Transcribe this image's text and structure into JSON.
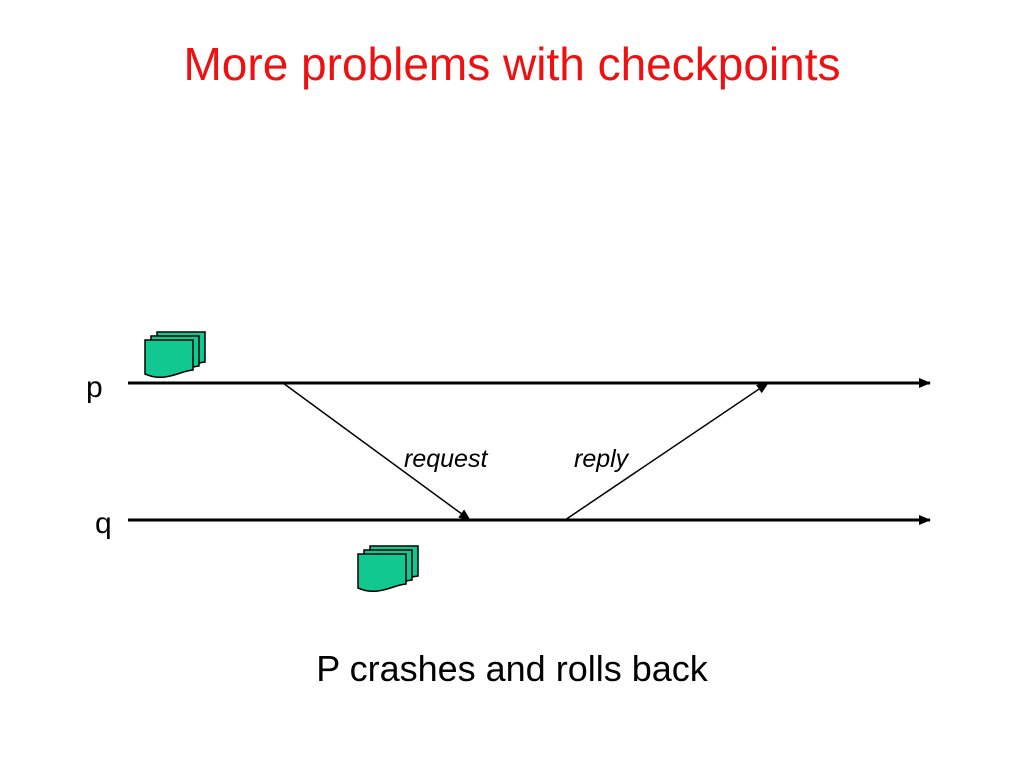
{
  "slide": {
    "title": "More problems with checkpoints",
    "caption": "P crashes and rolls back"
  },
  "diagram": {
    "processes": [
      {
        "id": "p",
        "label": "p"
      },
      {
        "id": "q",
        "label": "q"
      }
    ],
    "messages": [
      {
        "id": "request",
        "label": "request",
        "from": "p",
        "to": "q"
      },
      {
        "id": "reply",
        "label": "reply",
        "from": "q",
        "to": "p"
      }
    ],
    "checkpoints": [
      {
        "process": "p",
        "icon": "checkpoint-stack-icon"
      },
      {
        "process": "q",
        "icon": "checkpoint-stack-icon"
      }
    ]
  },
  "colors": {
    "title": "#ee1111",
    "text": "#000000",
    "checkpoint_fill": "#10c890",
    "checkpoint_stroke": "#000000",
    "line": "#000000"
  }
}
